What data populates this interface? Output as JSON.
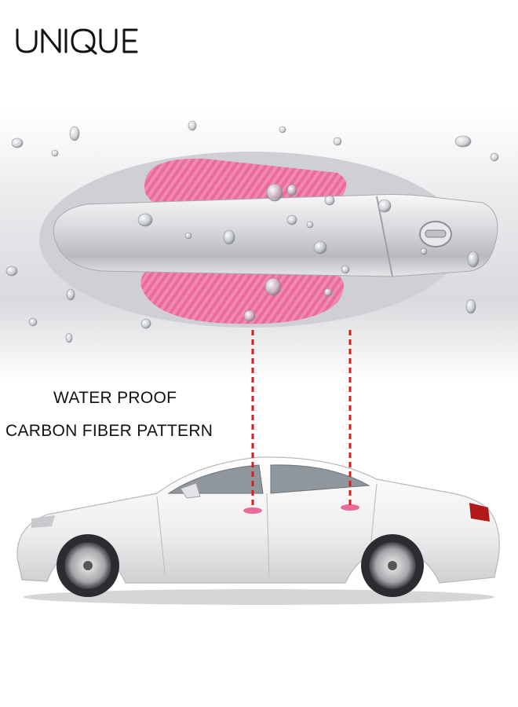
{
  "brand": {
    "logo_text": "UNIQUE"
  },
  "features": {
    "line1": "WATER PROOF",
    "line2": "CARBON FIBER PATTERN"
  },
  "colors": {
    "accent_pink": "#ea6a9c",
    "guide_red": "#d81b1b",
    "car_white": "#f3f3f3",
    "chrome": "#dcdde0"
  }
}
